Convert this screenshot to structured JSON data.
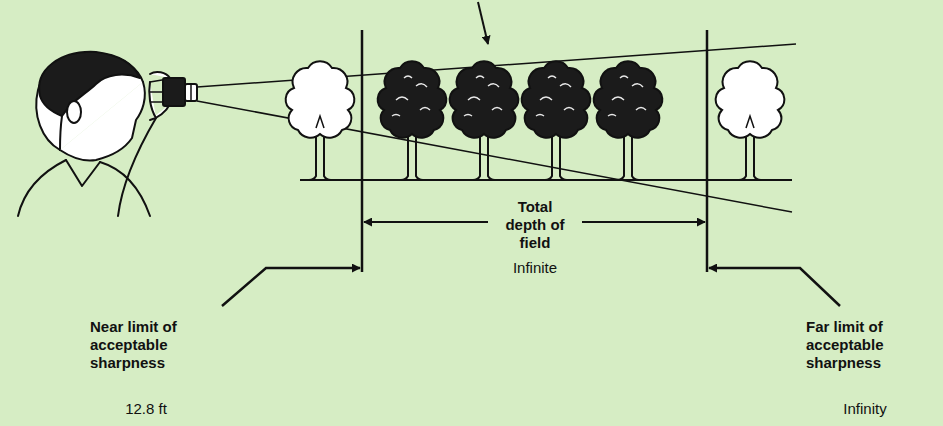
{
  "diagram": {
    "labels": [
      "Total depth of field",
      "Infinite",
      "Near limit of acceptable sharpness",
      "12.8 ft",
      "Far limit of acceptable sharpness",
      "Infinity"
    ]
  }
}
